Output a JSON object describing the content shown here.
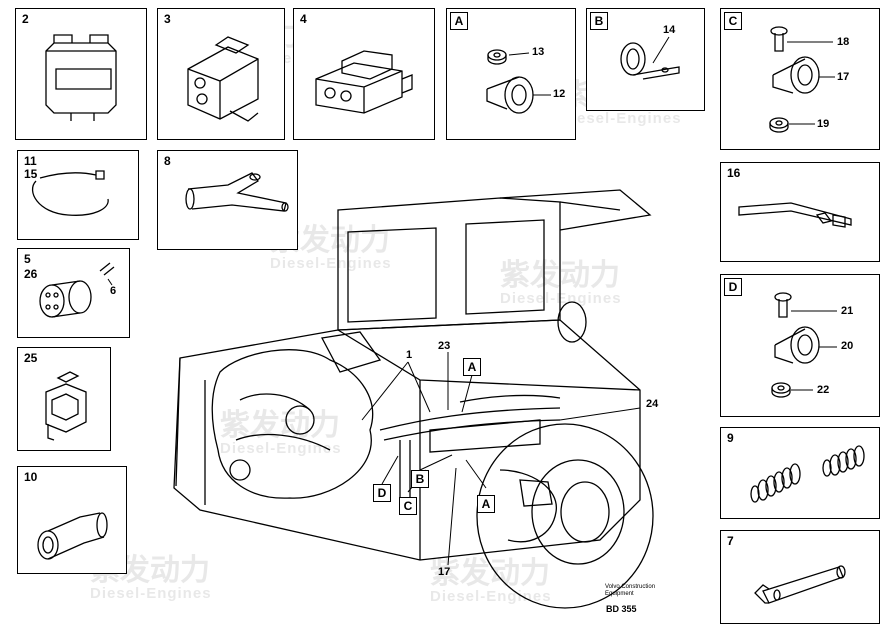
{
  "panels": {
    "p2": {
      "num": "2"
    },
    "p3": {
      "num": "3"
    },
    "p4": {
      "num": "4"
    },
    "pA": {
      "letter": "A",
      "c1": "13",
      "c2": "12"
    },
    "pB": {
      "letter": "B",
      "c1": "14"
    },
    "pC": {
      "letter": "C",
      "c1": "18",
      "c2": "17",
      "c3": "19"
    },
    "p11": {
      "num1": "11",
      "num2": "15"
    },
    "p8": {
      "num": "8"
    },
    "p16": {
      "num": "16"
    },
    "p5": {
      "num1": "5",
      "num2": "26",
      "c1": "6"
    },
    "pD": {
      "letter": "D",
      "c1": "21",
      "c2": "20",
      "c3": "22"
    },
    "p25": {
      "num": "25"
    },
    "p9": {
      "num": "9"
    },
    "p10": {
      "num": "10"
    },
    "p7": {
      "num": "7"
    }
  },
  "main": {
    "callouts": {
      "c1": "1",
      "c23": "23",
      "c24": "24",
      "c17": "17"
    },
    "tags": {
      "a1": "A",
      "a2": "A",
      "b": "B",
      "c": "C",
      "d": "D"
    }
  },
  "footer": {
    "line1": "Volvo Construction",
    "line2": "Equipment",
    "code": "BD 355"
  },
  "watermark": {
    "cn": "紫发动力",
    "en": "Diesel-Engines"
  }
}
